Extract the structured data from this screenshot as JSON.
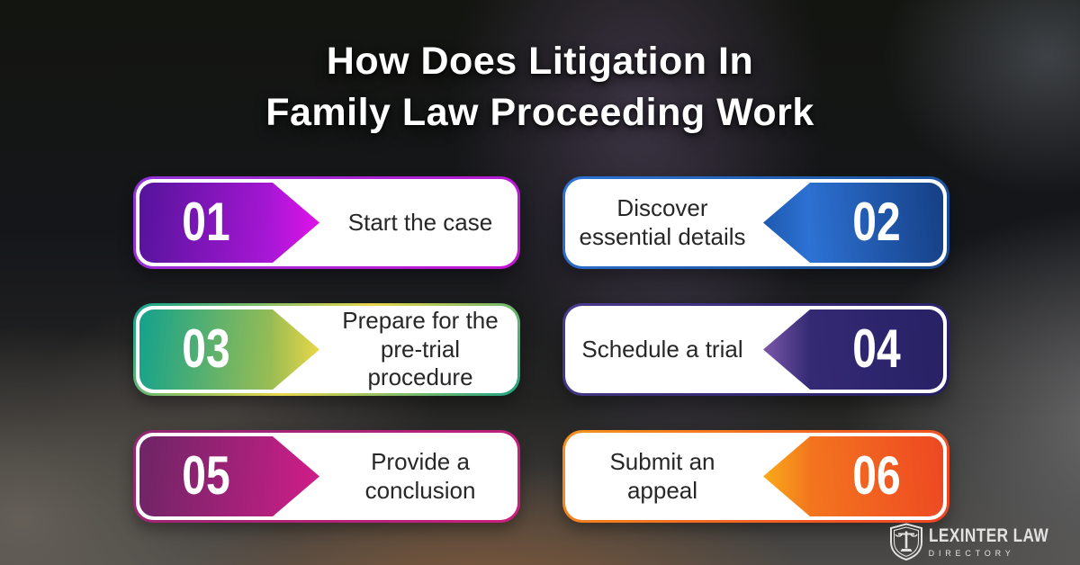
{
  "title": {
    "line1": "How Does Litigation In",
    "line2": "Family Law Proceeding Work"
  },
  "steps": [
    {
      "number": "01",
      "label": "Start the case",
      "lines": [
        "Start the case"
      ],
      "side": "left",
      "colors": {
        "badge": [
          "#54149b",
          "#ab17d7",
          "#e013e9"
        ],
        "border": [
          "#9034d9",
          "#c315d3"
        ]
      }
    },
    {
      "number": "02",
      "label": "Discover essential details",
      "lines": [
        "Discover",
        "essential details"
      ],
      "side": "right",
      "colors": {
        "badge": [
          "#163f85",
          "#2d72d4",
          "#1e59b0"
        ],
        "border": [
          "#2e74d6",
          "#17498f"
        ]
      }
    },
    {
      "number": "03",
      "label": "Prepare for the pre-trial procedure",
      "lines": [
        "Prepare for the",
        "pre-trial procedure"
      ],
      "side": "left",
      "colors": {
        "badge": [
          "#13a28c",
          "#9cbd52",
          "#ead74a"
        ],
        "border": [
          "#12a38d",
          "#e6d54b",
          "#1fa383"
        ]
      }
    },
    {
      "number": "04",
      "label": "Schedule a trial",
      "lines": [
        "Schedule a trial"
      ],
      "side": "right",
      "colors": {
        "badge": [
          "#282165",
          "#332a74",
          "#7b58a8"
        ],
        "border": [
          "#4b3b8c",
          "#241d62"
        ]
      }
    },
    {
      "number": "05",
      "label": "Provide a conclusion",
      "lines": [
        "Provide a",
        "conclusion"
      ],
      "side": "left",
      "colors": {
        "badge": [
          "#6e2566",
          "#b5207f",
          "#cf1d88"
        ],
        "border": [
          "#93276f",
          "#c9207f"
        ]
      }
    },
    {
      "number": "06",
      "label": "Submit an appeal",
      "lines": [
        "Submit an",
        "appeal"
      ],
      "side": "right",
      "colors": {
        "badge": [
          "#ee4822",
          "#f3761f",
          "#f9ab19"
        ],
        "border": [
          "#f6921e",
          "#ee4222"
        ]
      }
    }
  ],
  "logo": {
    "icon": "scales-shield-icon",
    "name": "LEXINTER LAW",
    "subtitle": "DIRECTORY"
  },
  "background": {
    "base": "#17181a",
    "desk_blur": "#7a5334",
    "suit_band": "#3e3546",
    "right_panel": "#6c6c6e"
  }
}
